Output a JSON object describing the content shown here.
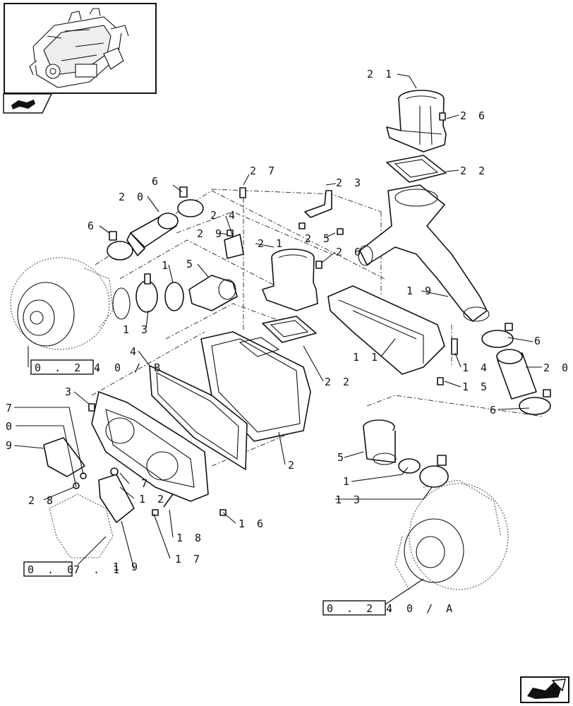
{
  "callouts": [
    {
      "id": "c21a",
      "label": "2 1"
    },
    {
      "id": "c26a",
      "label": "2 6"
    },
    {
      "id": "c22a",
      "label": "2 2"
    },
    {
      "id": "c27",
      "label": "2 7"
    },
    {
      "id": "c23",
      "label": "2 3"
    },
    {
      "id": "c20a",
      "label": "2 0"
    },
    {
      "id": "c6a",
      "label": "6"
    },
    {
      "id": "c24",
      "label": "2 4"
    },
    {
      "id": "c6b",
      "label": "6"
    },
    {
      "id": "c29a",
      "label": "2 9"
    },
    {
      "id": "c21b",
      "label": "2 1"
    },
    {
      "id": "c25",
      "label": "2 5"
    },
    {
      "id": "c26b",
      "label": "2 6"
    },
    {
      "id": "c1a",
      "label": "1"
    },
    {
      "id": "c5a",
      "label": "5"
    },
    {
      "id": "c19",
      "label": "1 9"
    },
    {
      "id": "c13a",
      "label": "1 3"
    },
    {
      "id": "c4",
      "label": "4"
    },
    {
      "id": "c11",
      "label": "1 1"
    },
    {
      "id": "c6c",
      "label": "6"
    },
    {
      "id": "c14",
      "label": "1 4"
    },
    {
      "id": "c20b",
      "label": "2 0"
    },
    {
      "id": "c22b",
      "label": "2 2"
    },
    {
      "id": "c15",
      "label": "1 5"
    },
    {
      "id": "c3",
      "label": "3"
    },
    {
      "id": "c6d",
      "label": "6"
    },
    {
      "id": "c7a",
      "label": "7"
    },
    {
      "id": "c0",
      "label": "0"
    },
    {
      "id": "c9",
      "label": "9"
    },
    {
      "id": "c2",
      "label": "2"
    },
    {
      "id": "c5b",
      "label": "5"
    },
    {
      "id": "c7b",
      "label": "7"
    },
    {
      "id": "c1b",
      "label": "1"
    },
    {
      "id": "c28",
      "label": "2 8"
    },
    {
      "id": "c12",
      "label": "1 2"
    },
    {
      "id": "c13b",
      "label": "1 3"
    },
    {
      "id": "c16",
      "label": "1 6"
    },
    {
      "id": "c18",
      "label": "1 8"
    },
    {
      "id": "c17",
      "label": "1 7"
    },
    {
      "id": "c19b",
      "label": "1 9"
    }
  ],
  "references": [
    {
      "id": "ref-b",
      "boxed": "0 . 2 4",
      "suffix": ". 0 / B"
    },
    {
      "id": "ref-a",
      "boxed": "0 . 2 4",
      "suffix": ". 0 / A"
    },
    {
      "id": "ref-c",
      "boxed": "0 . 0",
      "suffix": "7 . 1"
    }
  ],
  "icons": {
    "thumbnail": "engine-thumbnail",
    "tab": "book-page-icon",
    "nav": "arrow-next-page-icon"
  },
  "colors": {
    "line": "#111111",
    "background": "#ffffff"
  }
}
